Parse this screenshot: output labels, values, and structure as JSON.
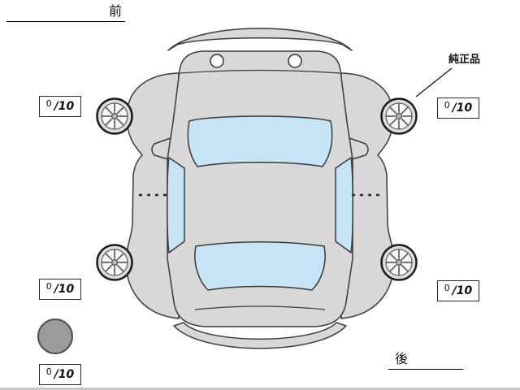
{
  "diagram": {
    "front_label": "前",
    "rear_label": "後",
    "genuine_part_label": "純正品"
  },
  "tires": {
    "front_left": {
      "score": "0",
      "max": "/10"
    },
    "front_right": {
      "score": "0",
      "max": "/10"
    },
    "rear_left": {
      "score": "0",
      "max": "/10"
    },
    "rear_right": {
      "score": "0",
      "max": "/10"
    },
    "spare": {
      "score": "0",
      "max": "/10"
    }
  },
  "colors": {
    "car_body": "#d8d8d8",
    "window_glass": "#c7e4f7",
    "spare_tire_fill": "#9b9b9b",
    "outline": "#3a3a3a"
  }
}
